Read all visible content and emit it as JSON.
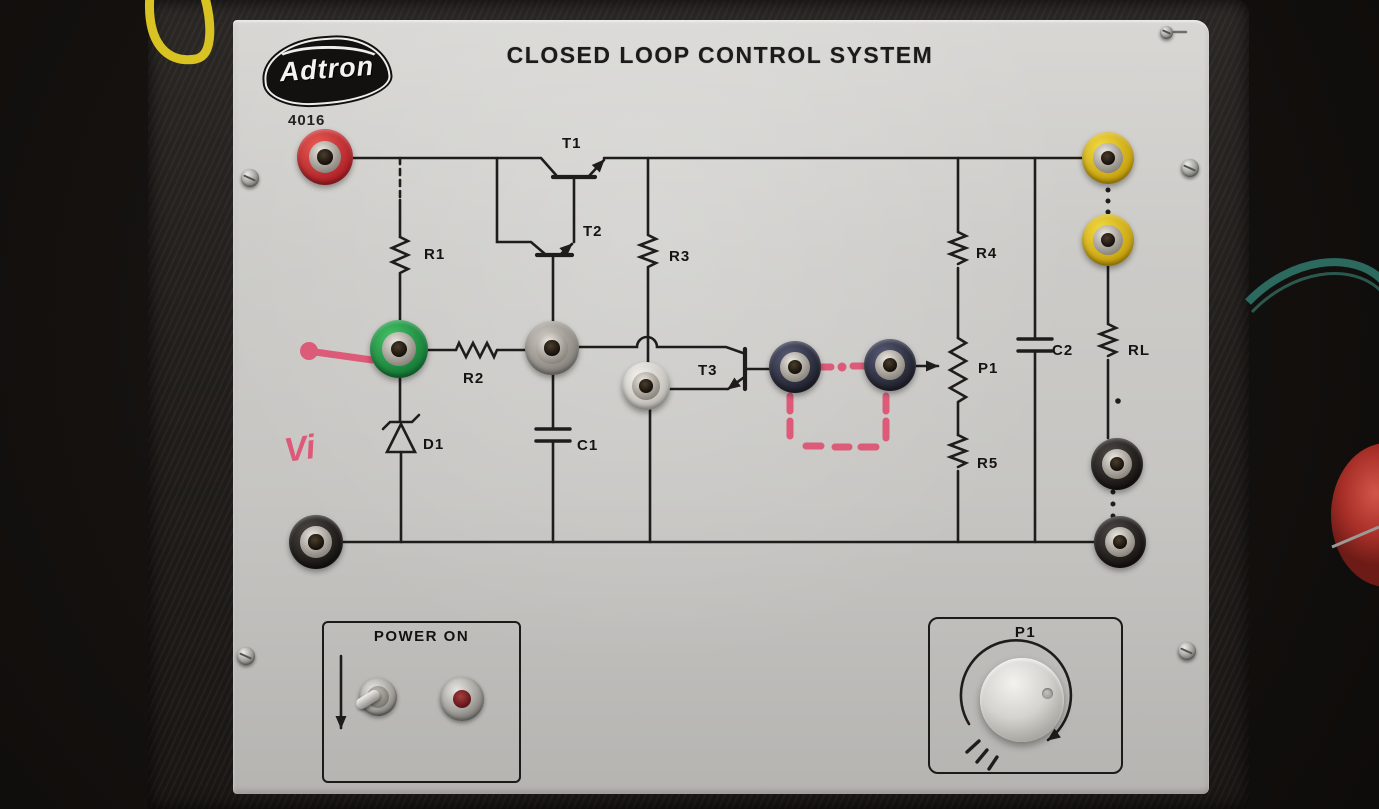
{
  "branding": {
    "logo_text": "Adtron",
    "model": "4016"
  },
  "header": {
    "title": "CLOSED LOOP CONTROL SYSTEM"
  },
  "schematic_labels": {
    "t1": "T1",
    "t2": "T2",
    "t3": "T3",
    "r1": "R1",
    "r2": "R2",
    "r3": "R3",
    "r4": "R4",
    "r5": "R5",
    "rl": "RL",
    "c1": "C1",
    "c2": "C2",
    "d1": "D1",
    "p1": "P1"
  },
  "handwritten": {
    "vi": "Vi"
  },
  "power_section": {
    "label": "POWER ON"
  },
  "pot_section": {
    "label": "P1"
  },
  "jacks": [
    {
      "name": "red-jack-4016",
      "color": "#c43a3e"
    },
    {
      "name": "green-jack-input",
      "color": "#2ba04e"
    },
    {
      "name": "grey-jack-base",
      "color": "#b5b1aa"
    },
    {
      "name": "white-jack-emitter",
      "color": "#eceae6"
    },
    {
      "name": "navy-jack-feedback-left",
      "color": "#3c3e52"
    },
    {
      "name": "navy-jack-feedback-right",
      "color": "#3c3e52"
    },
    {
      "name": "yellow-jack-output-top",
      "color": "#e3c41f"
    },
    {
      "name": "yellow-jack-output-bottom",
      "color": "#e3c41f"
    },
    {
      "name": "black-jack-load-top",
      "color": "#2c2927"
    },
    {
      "name": "black-jack-load-bottom",
      "color": "#2c2927"
    },
    {
      "name": "black-jack-ground",
      "color": "#2c2927"
    }
  ],
  "colors": {
    "panel": "#c9c8c5",
    "case": "#211f1c",
    "schematic_ink": "#1f1d1b",
    "pink_marker": "#e0486c",
    "indicator_red": "#7d1d20",
    "wire_yellow": "#d9c322",
    "wire_teal": "#2c6a60",
    "wire_red": "#b5372e"
  }
}
